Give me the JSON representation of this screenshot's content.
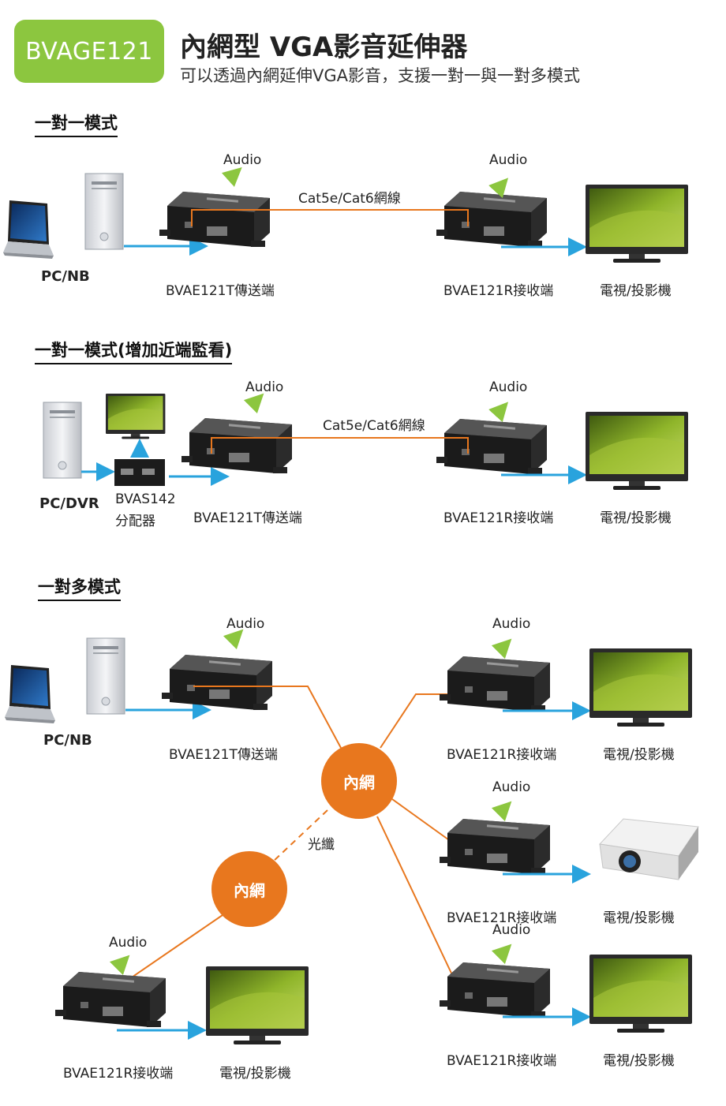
{
  "header": {
    "badge": "BVAGE121",
    "title": "內網型 VGA影音延伸器",
    "subtitle": "可以透過內網延伸VGA影音，支援一對一與一對多模式"
  },
  "section1": {
    "heading": "一對一模式",
    "source": "PC/NB",
    "transmitter": "BVAE121T傳送端",
    "receiver": "BVAE121R接收端",
    "display": "電視/投影機",
    "audio_tx": "Audio",
    "audio_rx": "Audio",
    "cable": "Cat5e/Cat6網線"
  },
  "section2": {
    "heading": "一對一模式(增加近端監看)",
    "source": "PC/DVR",
    "splitter_line1": "BVAS142",
    "splitter_line2": "分配器",
    "transmitter": "BVAE121T傳送端",
    "receiver": "BVAE121R接收端",
    "display": "電視/投影機",
    "audio_tx": "Audio",
    "audio_rx": "Audio",
    "cable": "Cat5e/Cat6網線"
  },
  "section3": {
    "heading": "一對多模式",
    "source": "PC/NB",
    "transmitter": "BVAE121T傳送端",
    "audio_tx": "Audio",
    "network_main": "內網",
    "network_remote": "內網",
    "fiber": "光纖",
    "receivers": [
      {
        "audio": "Audio",
        "receiver": "BVAE121R接收端",
        "display": "電視/投影機"
      },
      {
        "audio": "Audio",
        "receiver": "BVAE121R接收端",
        "display": "電視/投影機"
      },
      {
        "audio": "Audio",
        "receiver": "BVAE121R接收端",
        "display": "電視/投影機"
      },
      {
        "audio": "Audio",
        "receiver": "BVAE121R接收端",
        "display": "電視/投影機"
      }
    ]
  },
  "colors": {
    "badge": "#8cc63f",
    "network": "#e8771e",
    "signal": "#29a3dd",
    "audio_arrow": "#8cc63f"
  }
}
